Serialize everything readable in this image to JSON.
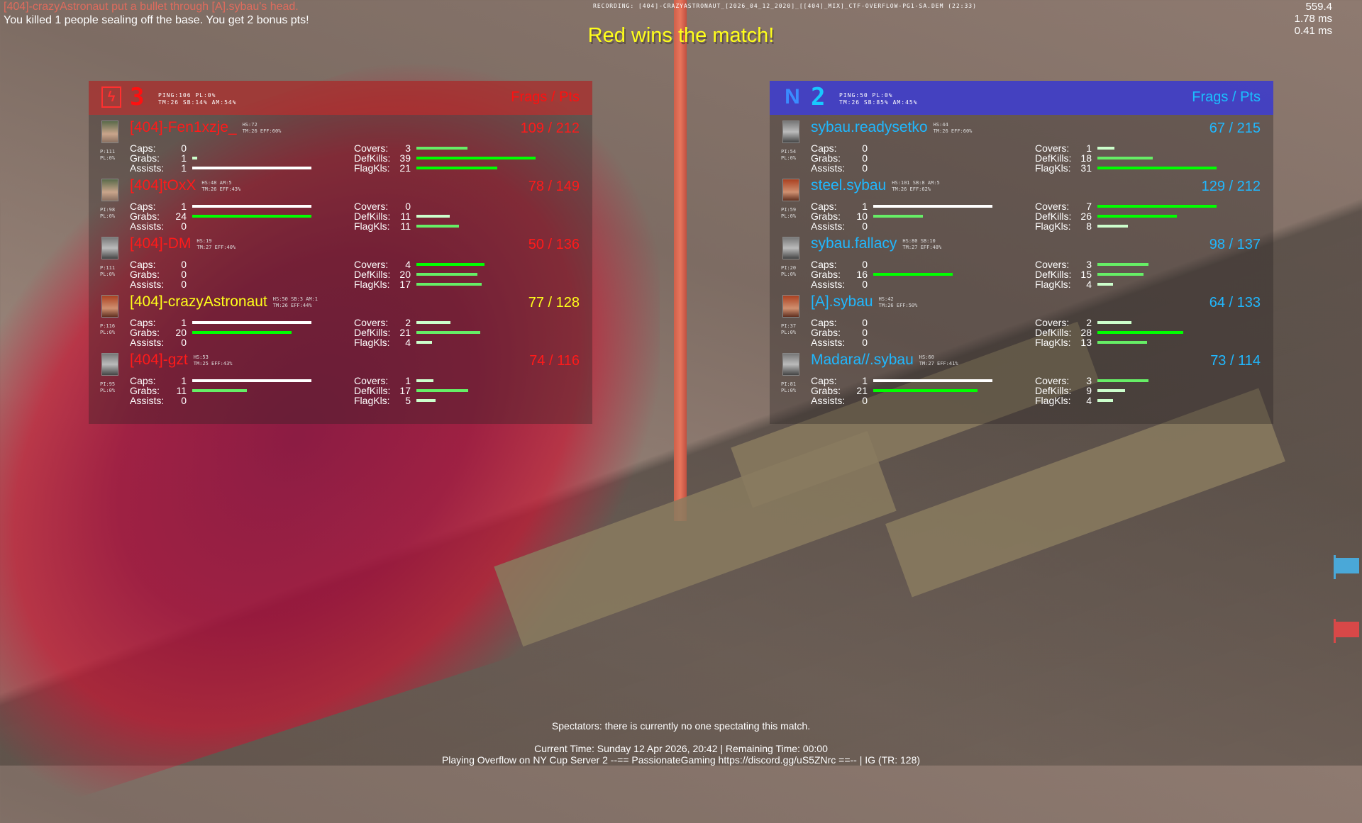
{
  "hud": {
    "kill_message": "[404]-crazyAstronaut put a bullet through [A].sybau's head.",
    "bonus_message": "You killed 1 people sealing off the base. You get 2 bonus pts!",
    "recording": "RECORDING:  [404]-CRAZYASTRONAUT_[2026_04_12_2020]_[[404]_MIX]_CTF-OVERFLOW-PG1-SA.DEM  (22:33)",
    "perf": {
      "fps": "559.4",
      "frame_ms": "1.78 ms",
      "net_ms": "0.41 ms"
    },
    "win_title": "Red wins the match!"
  },
  "colors": {
    "red_team": "#ff1a1a",
    "blue_team": "#20b8ff",
    "self": "#ffff1a",
    "win_title": "#ffff1a",
    "bar_white": "#ffffff",
    "bar_green": "#00ff00",
    "bar_light_green": "#66ee66",
    "bar_pale": "#ccffcc"
  },
  "teams": {
    "red": {
      "score": "3",
      "meta_line1": "PING:106 PL:0%",
      "meta_line2": "TM:26 SB:14% AM:54%",
      "frags_pts_label": "Frags / Pts",
      "players": [
        {
          "name": "[404]-Fen1xzje_",
          "stats1": "HS:72",
          "stats2": "TM:26 EFF:60%",
          "ping": "P:111",
          "pl": "PL:0%",
          "score": "109 / 212",
          "caps": "0",
          "grabs": "1",
          "assists": "1",
          "covers": "3",
          "defkills": "39",
          "flagkills": "21"
        },
        {
          "name": "[404]tOxX",
          "stats1": "HS:48 AM:5",
          "stats2": "TM:26 EFF:43%",
          "ping": "PI:98",
          "pl": "PL:0%",
          "score": "78 / 149",
          "caps": "1",
          "grabs": "24",
          "assists": "0",
          "covers": "0",
          "defkills": "11",
          "flagkills": "11"
        },
        {
          "name": "[404]-DM",
          "stats1": "HS:19",
          "stats2": "TM:27 EFF:40%",
          "ping": "P:111",
          "pl": "PL:0%",
          "score": "50 / 136",
          "caps": "0",
          "grabs": "0",
          "assists": "0",
          "covers": "4",
          "defkills": "20",
          "flagkills": "17"
        },
        {
          "name": "[404]-crazyAstronaut",
          "stats1": "HS:50 SB:3 AM:1",
          "stats2": "TM:26 EFF:44%",
          "ping": "P:116",
          "pl": "PL:0%",
          "score": "77 / 128",
          "caps": "1",
          "grabs": "20",
          "assists": "0",
          "covers": "2",
          "defkills": "21",
          "flagkills": "4"
        },
        {
          "name": "[404]-gzt",
          "stats1": "HS:53",
          "stats2": "TM:25 EFF:43%",
          "ping": "PI:95",
          "pl": "PL:0%",
          "score": "74 / 116",
          "caps": "1",
          "grabs": "11",
          "assists": "0",
          "covers": "1",
          "defkills": "17",
          "flagkills": "5"
        }
      ]
    },
    "blue": {
      "score": "2",
      "meta_line1": "PING:50 PL:0%",
      "meta_line2": "TM:26 SB:85% AM:45%",
      "frags_pts_label": "Frags / Pts",
      "players": [
        {
          "name": "sybau.readysetko",
          "stats1": "HS:44",
          "stats2": "TM:26 EFF:60%",
          "ping": "PI:54",
          "pl": "PL:0%",
          "score": "67 / 215",
          "caps": "0",
          "grabs": "0",
          "assists": "0",
          "covers": "1",
          "defkills": "18",
          "flagkills": "31"
        },
        {
          "name": "steel.sybau",
          "stats1": "HS:101 SB:8 AM:5",
          "stats2": "TM:26 EFF:62%",
          "ping": "PI:59",
          "pl": "PL:0%",
          "score": "129 / 212",
          "caps": "1",
          "grabs": "10",
          "assists": "0",
          "covers": "7",
          "defkills": "26",
          "flagkills": "8"
        },
        {
          "name": "sybau.fallacy",
          "stats1": "HS:80 SB:10",
          "stats2": "TM:27 EFF:48%",
          "ping": "PI:20",
          "pl": "PL:0%",
          "score": "98 / 137",
          "caps": "0",
          "grabs": "16",
          "assists": "0",
          "covers": "3",
          "defkills": "15",
          "flagkills": "4"
        },
        {
          "name": "[A].sybau",
          "stats1": "HS:42",
          "stats2": "TM:26 EFF:50%",
          "ping": "PI:37",
          "pl": "PL:0%",
          "score": "64 / 133",
          "caps": "0",
          "grabs": "0",
          "assists": "0",
          "covers": "2",
          "defkills": "28",
          "flagkills": "13"
        },
        {
          "name": "Madara//.sybau",
          "stats1": "HS:60",
          "stats2": "TM:27 EFF:41%",
          "ping": "PI:81",
          "pl": "PL:0%",
          "score": "73 / 114",
          "caps": "1",
          "grabs": "21",
          "assists": "0",
          "covers": "3",
          "defkills": "9",
          "flagkills": "4"
        }
      ]
    }
  },
  "labels": {
    "caps": "Caps:",
    "grabs": "Grabs:",
    "assists": "Assists:",
    "covers": "Covers:",
    "defkills": "DefKills:",
    "flagkills": "FlagKls:"
  },
  "footer": {
    "spectators": "Spectators: there is currently no one spectating this match.",
    "time": "Current Time: Sunday 12 Apr 2026, 20:42 | Remaining Time: 00:00",
    "server": "Playing Overflow on NY Cup Server 2 --== PassionateGaming https://discord.gg/uS5ZNrc ==-- | IG (TR: 128)"
  },
  "flag_status": [
    {
      "team": "blue",
      "color": "#4aa8d8"
    },
    {
      "team": "red",
      "color": "#d84848"
    }
  ]
}
